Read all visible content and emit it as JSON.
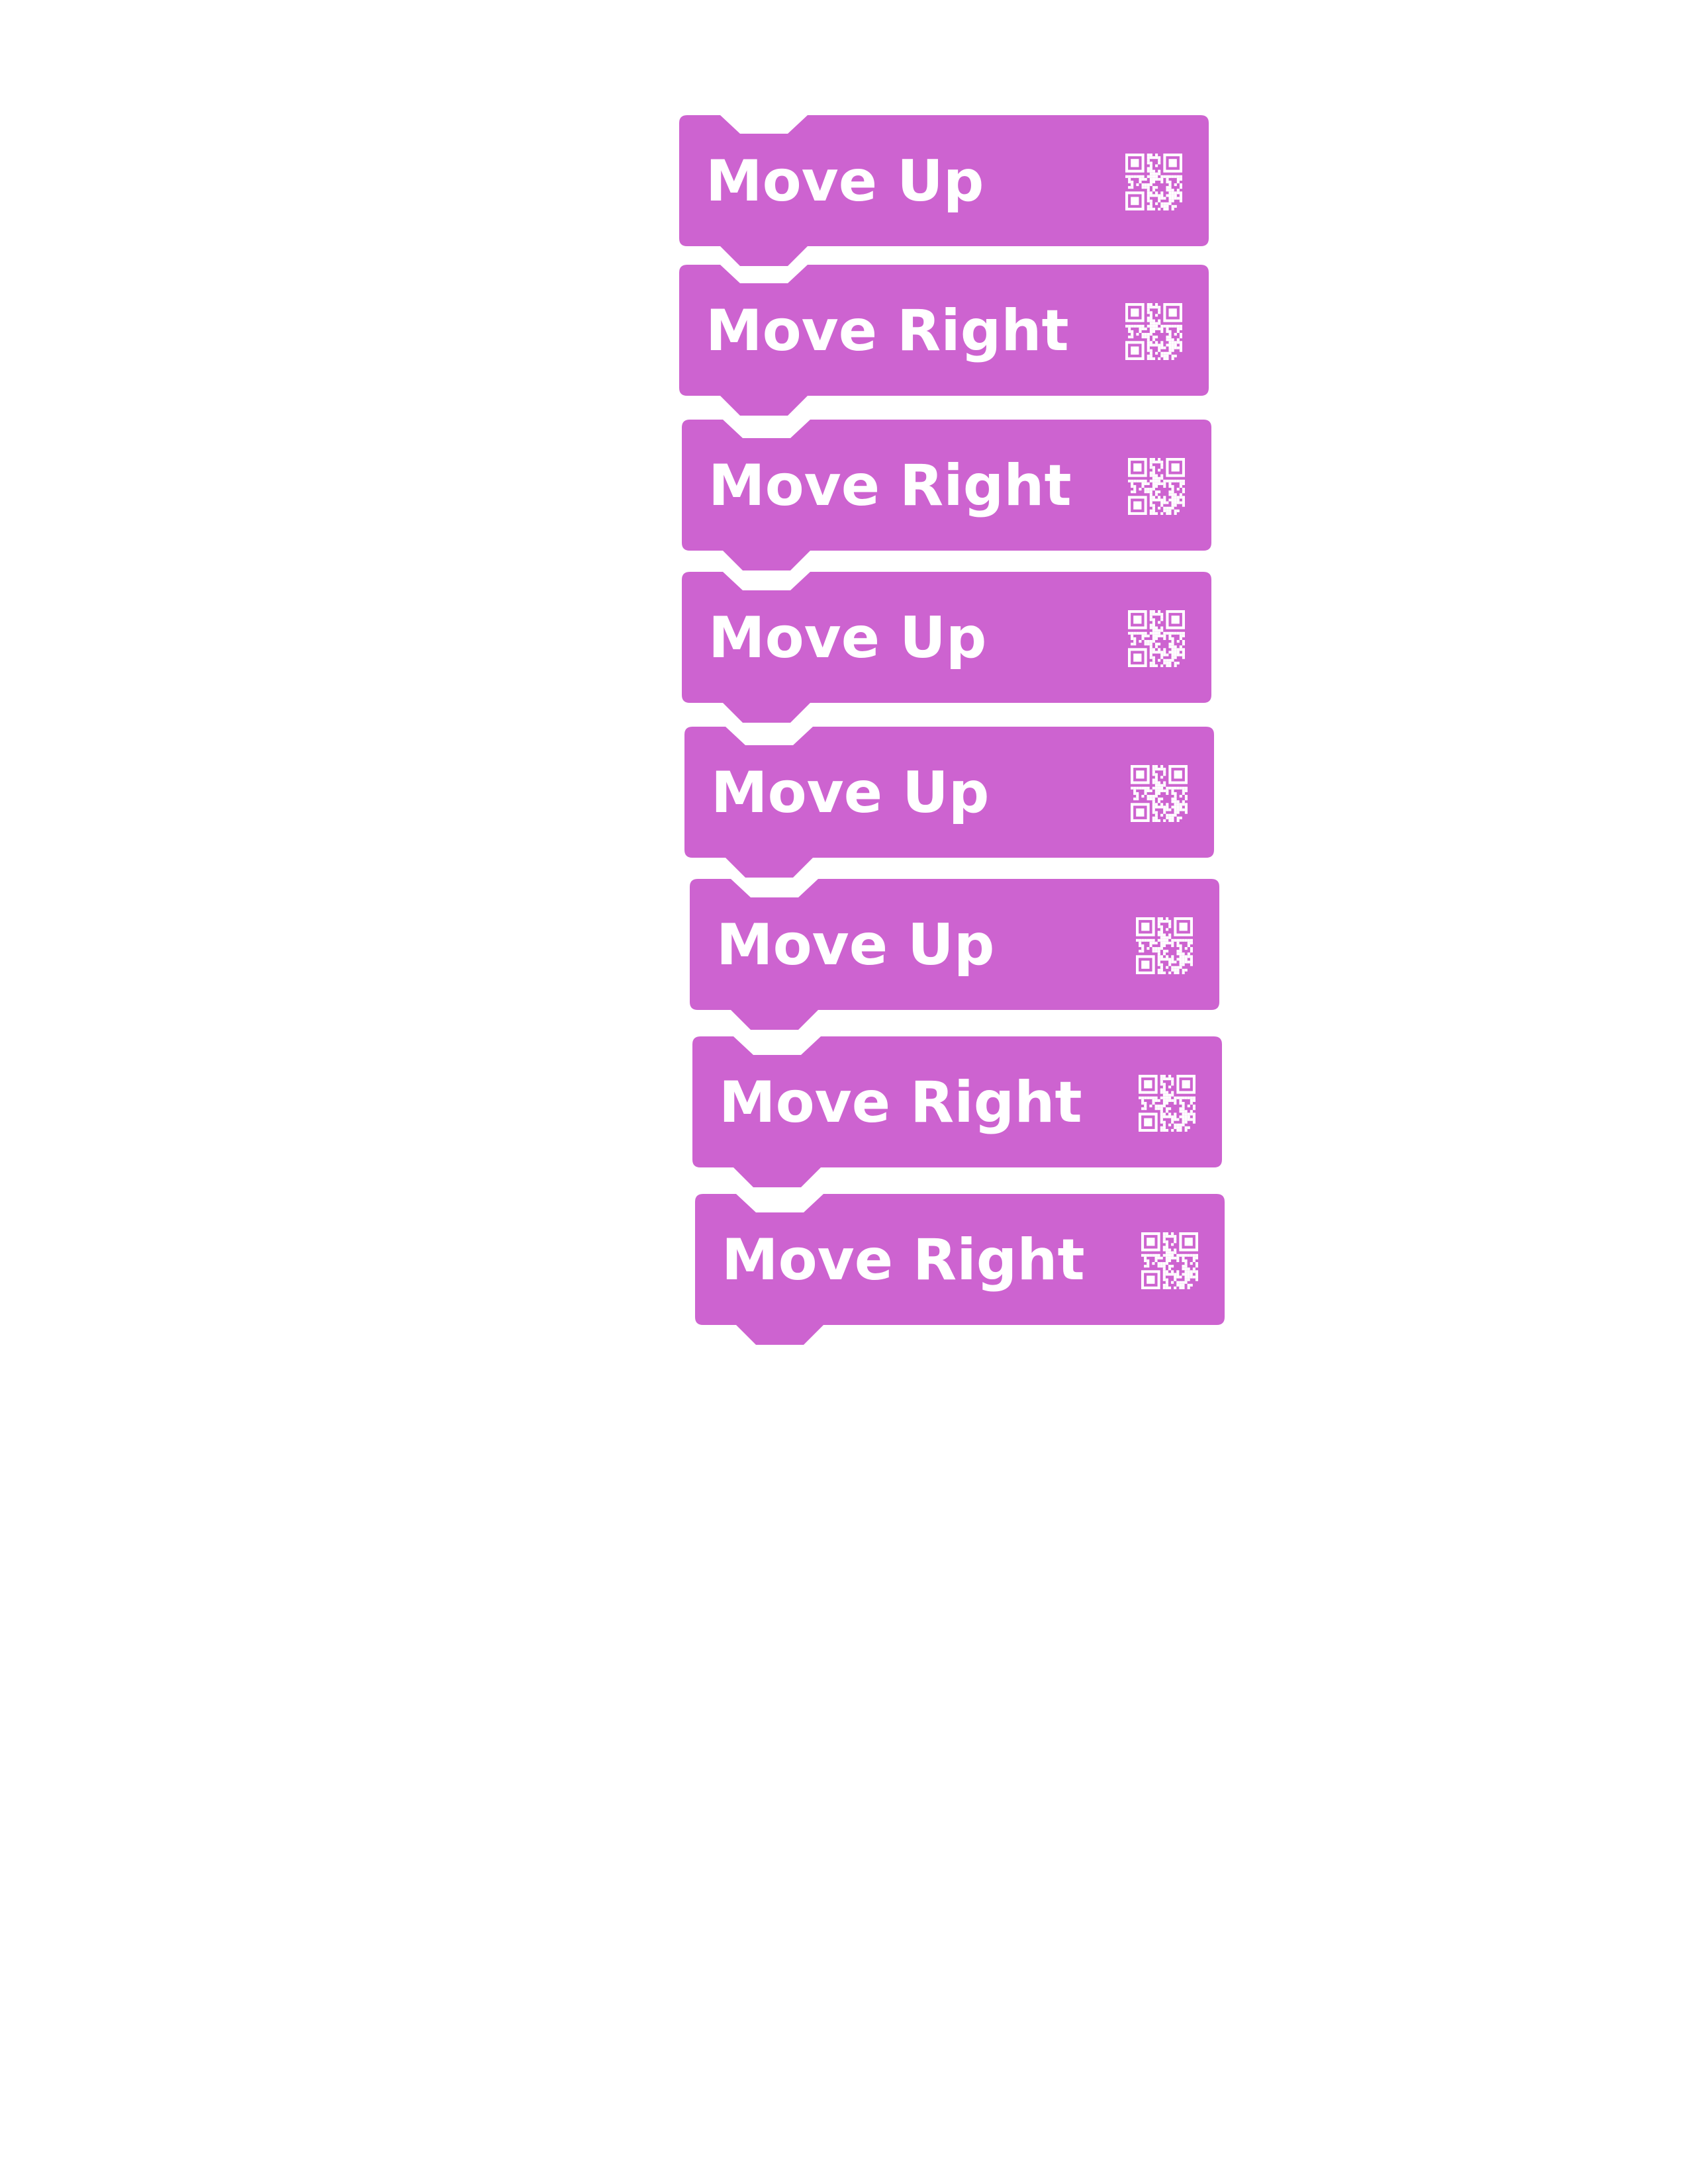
{
  "workspace": {
    "block_color": "#cd63d0",
    "text_color": "#ffffff",
    "blocks": [
      {
        "label": "Move Up",
        "icon": "qr-code-icon"
      },
      {
        "label": "Move Right",
        "icon": "qr-code-icon"
      },
      {
        "label": "Move Right",
        "icon": "qr-code-icon"
      },
      {
        "label": "Move Up",
        "icon": "qr-code-icon"
      },
      {
        "label": "Move Up",
        "icon": "qr-code-icon"
      },
      {
        "label": "Move Up",
        "icon": "qr-code-icon"
      },
      {
        "label": "Move Right",
        "icon": "qr-code-icon"
      },
      {
        "label": "Move Right",
        "icon": "qr-code-icon"
      }
    ]
  }
}
